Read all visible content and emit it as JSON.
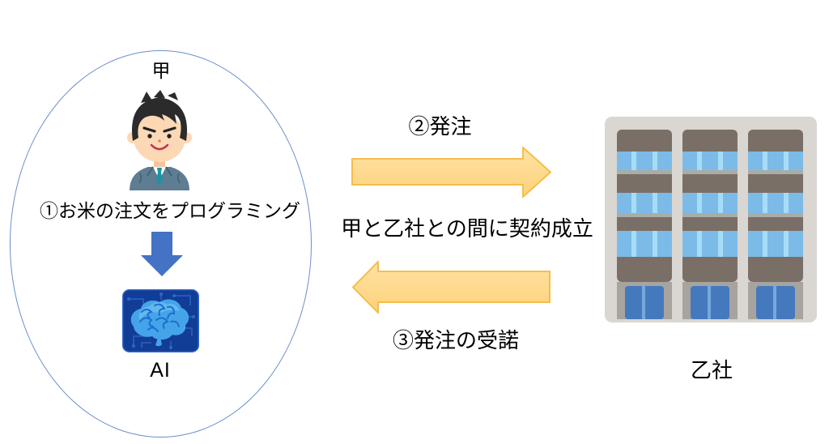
{
  "principal_group": {
    "title": "甲",
    "step1_label": "①お米の注文をプログラミング",
    "ai_label": "AI"
  },
  "exchange": {
    "order_label": "②発注",
    "contract_label": "甲と乙社との間に契約成立",
    "acceptance_label": "③発注の受諾"
  },
  "company_group": {
    "label": "乙社"
  },
  "icons": {
    "businessman": "businessman-avatar",
    "ai_chip": "brain-circuit-chip",
    "down_arrow": "blue-block-arrow-down",
    "order_arrow": "yellow-block-arrow-right",
    "acceptance_arrow": "yellow-block-arrow-left",
    "building": "office-building"
  },
  "colors": {
    "ellipse_stroke": "#6C8EC9",
    "program_arrow_fill": "#4472C4",
    "flow_arrow_fill": "#FFD88C",
    "flow_arrow_stroke": "#F5BE4B",
    "text": "#000000",
    "hair": "#2B2B2B",
    "skin": "#FCD8B5",
    "suit": "#5E7D92",
    "tie": "#1796A2",
    "chip_background": "#113D96",
    "brain": "#45A4E9",
    "building_facade": "#DAD6D1",
    "building_band": "#7A6F66",
    "building_window": "#7CBBE7",
    "building_window_stripe": "#A6DCF6",
    "building_ground": "#A7A39E",
    "building_door": "#4579BE"
  }
}
